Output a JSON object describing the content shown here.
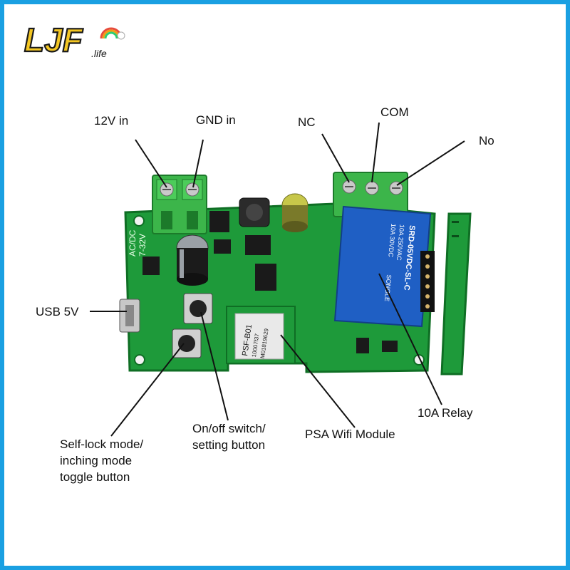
{
  "logo": {
    "main": "LJF",
    "suffix": ".life"
  },
  "labels": {
    "v12_in": "12V in",
    "gnd_in": "GND in",
    "nc": "NC",
    "com": "COM",
    "no": "No",
    "usb": "USB 5V",
    "wifi_module": "PSA Wifi Module",
    "relay": "10A Relay",
    "onoff_line1": "On/off switch/",
    "onoff_line2": "setting button",
    "selflock_line1": "Self-lock mode/",
    "selflock_line2": "inching mode",
    "selflock_line3": "toggle button"
  },
  "board_print": {
    "voltage_1": "AC/DC",
    "voltage_2": "7-32V",
    "module_1": "PSF-B01",
    "module_2": "10007f37",
    "module_3": "M01819629",
    "relay_1": "SRD-05VDC-SL-C",
    "relay_2": "10A 250VAC",
    "relay_3": "10A 30VDC",
    "relay_brand": "SONGLE"
  },
  "colors": {
    "frame": "#1aa0e2",
    "pcb": "#1e9a3a",
    "terminal": "#3cb54a",
    "relay": "#1f5fc4"
  }
}
